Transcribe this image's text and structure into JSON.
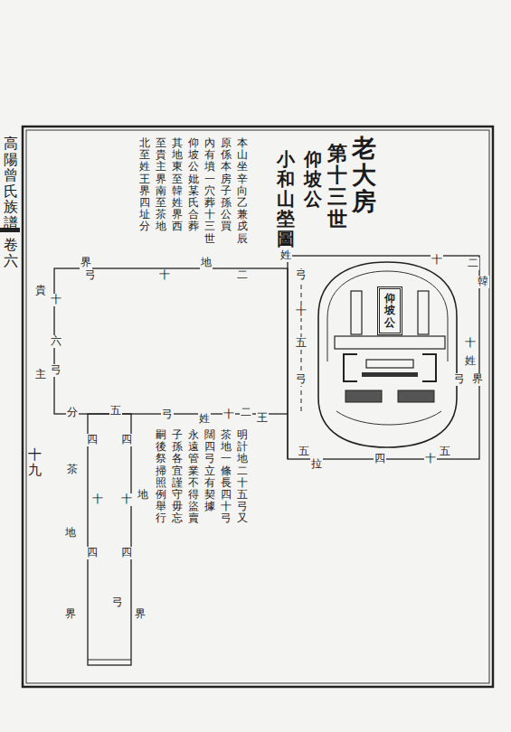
{
  "diagram": {
    "title": "小和山塋圖",
    "nodes": [
      {
        "text": [
          "仰坡公"
        ]
      }
    ],
    "labels": [
      "高陽曾氏族譜",
      "卷六",
      "十九",
      "老大房",
      "第十三世",
      "仰坡公",
      "本山坐辛向乙兼戌辰",
      "原係本房子孫公買",
      "內有墳一穴葬十三世",
      "仰坡公妣某氏合葬",
      "其地東至韓姓界西",
      "至貴主界南至茶地",
      "北至姓王界四址分",
      "明計地二十五弓又",
      "茶地一條長四十弓",
      "闊四弓立有契據",
      "永遠管業不得盜賣",
      "子孫各宜謹守毋忘",
      "嗣後祭掃照例舉行",
      "界",
      "弓",
      "十",
      "地",
      "二",
      "姓",
      "貴",
      "十",
      "六",
      "弓",
      "主",
      "分",
      "五",
      "弓",
      "姓",
      "十",
      "二",
      "王",
      "弓",
      "十",
      "五",
      "弓",
      "十",
      "二",
      "韓",
      "十",
      "姓",
      "弓",
      "界",
      "五",
      "拉",
      "四",
      "十",
      "五",
      "四",
      "四",
      "茶",
      "地",
      "十",
      "十",
      "地",
      "四",
      "四",
      "弓",
      "界",
      "界"
    ]
  }
}
